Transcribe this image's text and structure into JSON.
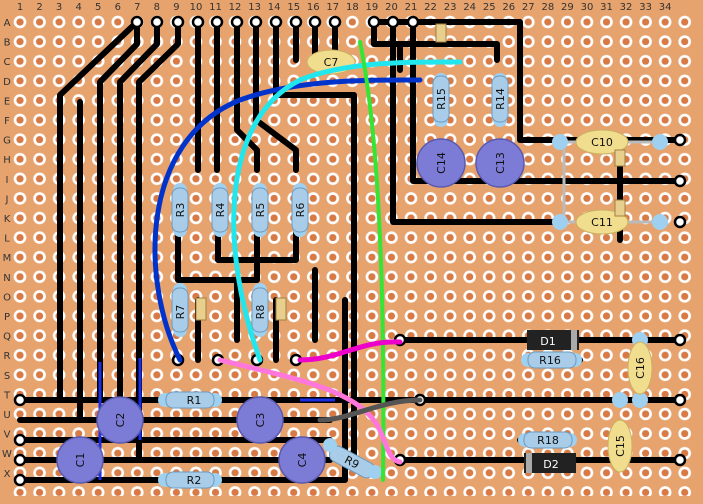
{
  "board": {
    "columns": [
      "1",
      "2",
      "3",
      "4",
      "5",
      "6",
      "7",
      "8",
      "9",
      "10",
      "11",
      "12",
      "13",
      "14",
      "15",
      "16",
      "17",
      "18",
      "19",
      "20",
      "21",
      "22",
      "23",
      "24",
      "25",
      "26",
      "27",
      "28",
      "29",
      "30",
      "31",
      "32",
      "33",
      "34"
    ],
    "rows": [
      "A",
      "B",
      "C",
      "D",
      "E",
      "F",
      "G",
      "H",
      "I",
      "J",
      "K",
      "L",
      "M",
      "N",
      "O",
      "P",
      "Q",
      "R",
      "S",
      "T",
      "U",
      "V",
      "W",
      "X"
    ]
  },
  "components": {
    "C1": "C1",
    "C2": "C2",
    "C3": "C3",
    "C4": "C4",
    "C7": "C7",
    "C10": "C10",
    "C11": "C11",
    "C13": "C13",
    "C14": "C14",
    "C15": "C15",
    "C16": "C16",
    "R1": "R1",
    "R2": "R2",
    "R3": "R3",
    "R4": "R4",
    "R5": "R5",
    "R6": "R6",
    "R7": "R7",
    "R8": "R8",
    "R9": "R9",
    "R14": "R14",
    "R15": "R15",
    "R16": "R16",
    "R18": "R18",
    "D1": "D1",
    "D2": "D2"
  },
  "colors": {
    "board": "#e6a36e",
    "pad": "#ffffff",
    "hole": "#d87a45",
    "trace": "#000000",
    "cap_blue": "#7c7cd6",
    "cap_yellow": "#f1dd8e",
    "resistor": "#a9cde8",
    "wire_blue": "#0033cc",
    "wire_cyan": "#22e6ee",
    "wire_green": "#33e633",
    "wire_pink": "#ff77dd",
    "wire_magenta": "#ee00cc",
    "wire_grey": "#555555",
    "diode": "#222222"
  }
}
